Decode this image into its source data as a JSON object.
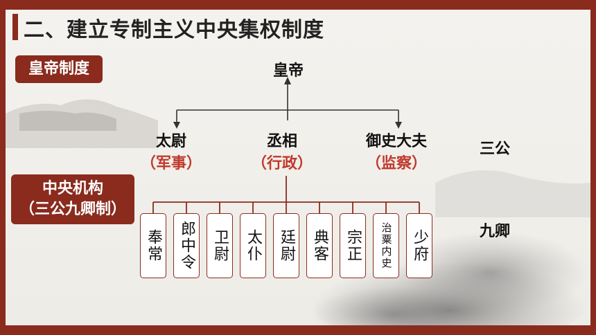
{
  "title": "二、建立专制主义中央集权制度",
  "tags": {
    "emperor_system": "皇帝制度",
    "central_line1": "中央机构",
    "central_line2": "（三公九卿制）"
  },
  "emperor": "皇帝",
  "san_gong": [
    {
      "name": "太尉",
      "duty": "（军事）"
    },
    {
      "name": "丞相",
      "duty": "（行政）"
    },
    {
      "name": "御史大夫",
      "duty": "（监察）"
    }
  ],
  "labels": {
    "san_gong": "三公",
    "jiu_qing": "九卿"
  },
  "jiu_qing": [
    "奉常",
    "郎中令",
    "卫尉",
    "太仆",
    "廷尉",
    "典客",
    "宗正",
    "治粟内史",
    "少府"
  ],
  "colors": {
    "brand": "#8a2b1e",
    "duty": "#c0392b"
  }
}
